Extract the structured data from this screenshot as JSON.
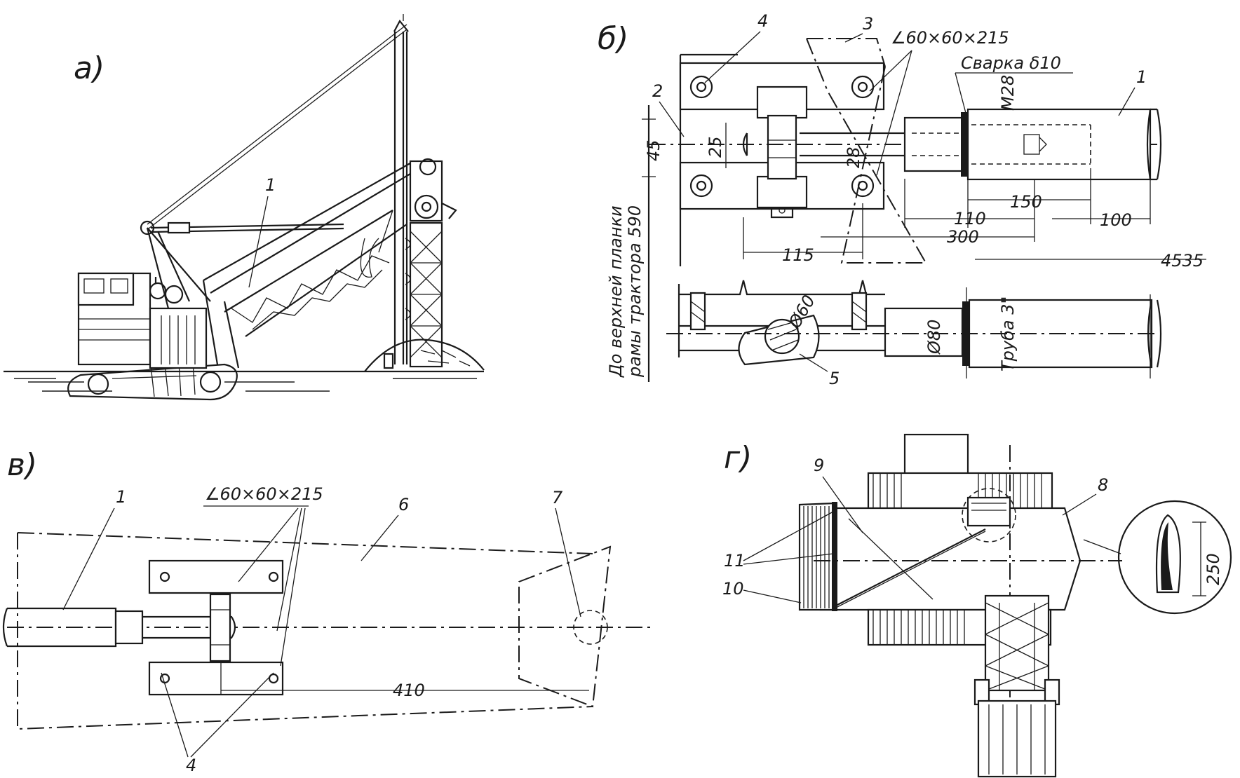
{
  "panels": {
    "a": {
      "label": "а)",
      "callouts": [
        "1"
      ]
    },
    "b": {
      "label": "б)",
      "callouts": [
        "4",
        "3",
        "2",
        "1",
        "5"
      ],
      "angle_note": "∠60×60×215",
      "weld_note": "Сварка δ10",
      "thread": "М28",
      "dims": {
        "d25": "25",
        "d28": "28",
        "d45": "45",
        "d115": "115",
        "d110": "110",
        "d150": "150",
        "d100": "100",
        "d300": "300",
        "d4535": "4535",
        "d60": "Ø60",
        "d80": "Ø80"
      },
      "pipe_note": "Труба 3\"",
      "side_note_1": "До верхней планки",
      "side_note_2": "рамы трактора 590"
    },
    "v": {
      "label": "в)",
      "callouts": [
        "1",
        "6",
        "7",
        "4"
      ],
      "angle_note": "∠60×60×215",
      "dims": {
        "d410": "410"
      }
    },
    "g": {
      "label": "г)",
      "callouts": [
        "9",
        "8",
        "11",
        "10"
      ],
      "dims": {
        "d250": "250"
      }
    }
  }
}
